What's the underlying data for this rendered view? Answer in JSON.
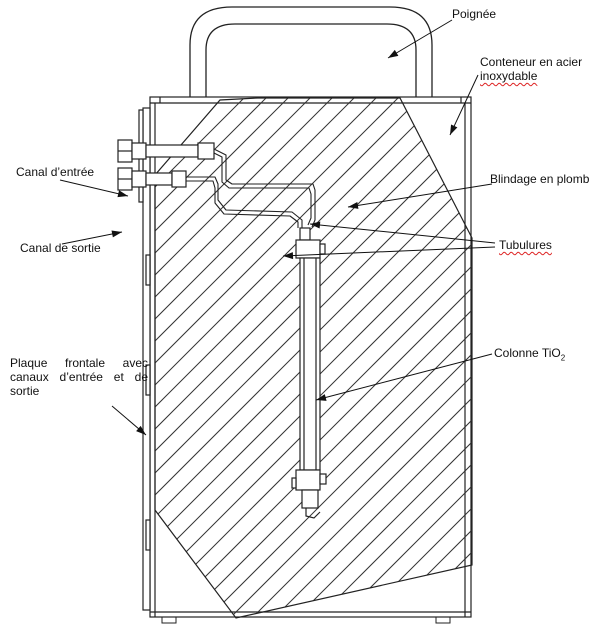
{
  "labels": {
    "poignee": "Poignée",
    "conteneur_1": "Conteneur en acier",
    "conteneur_2": "inoxydable",
    "canal_entree": "Canal d’entrée",
    "blindage": "Blindage en plomb",
    "canal_sortie": "Canal de sortie",
    "tubulures": "Tubulures",
    "colonne": "Colonne TiO",
    "colonne_sub": "2",
    "plaque": "Plaque frontale avec canaux d’entrée et de sortie"
  },
  "colors": {
    "line": "#222222",
    "hatch": "#333333",
    "misspell_underline": "#dd2222"
  }
}
